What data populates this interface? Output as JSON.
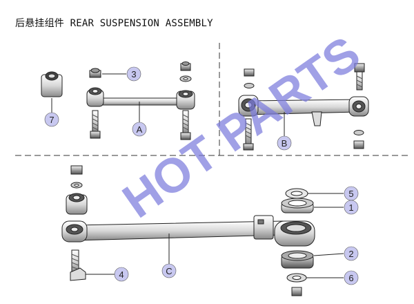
{
  "title": "后悬挂组件 REAR SUSPENSION ASSEMBLY",
  "watermark": "HOT PARTS",
  "colors": {
    "callout_bubble": "#c8c8f0",
    "watermark": "#7b7bdc",
    "line": "#222222"
  },
  "callouts": {
    "c1": "1",
    "c2": "2",
    "c3": "3",
    "c4": "4",
    "c5": "5",
    "c6": "6",
    "c7": "7",
    "cA": "A",
    "cB": "B",
    "cC": "C"
  }
}
